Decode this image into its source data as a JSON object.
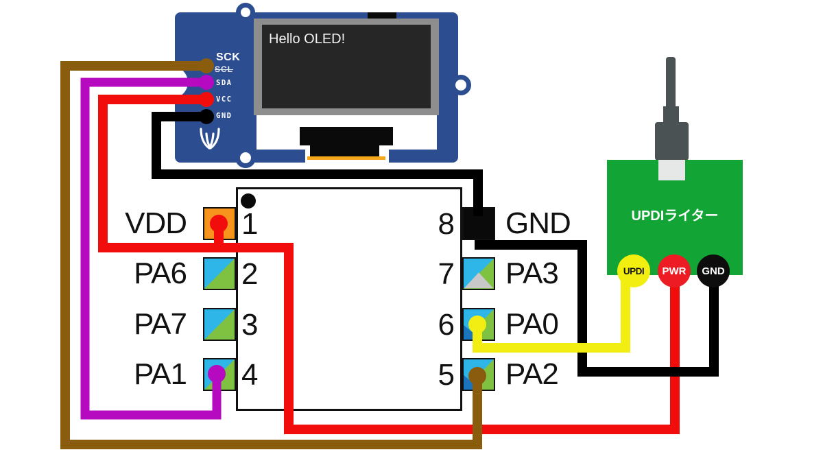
{
  "oled_module": {
    "screen_text": "Hello OLED!",
    "pin_labels": [
      {
        "label": "SCK"
      },
      {
        "label": "SCL",
        "struck_through": true
      },
      {
        "label": "SDA"
      },
      {
        "label": "VCC"
      },
      {
        "label": "GND"
      }
    ]
  },
  "chip": {
    "pins_left": [
      {
        "number": "1",
        "label": "VDD"
      },
      {
        "number": "2",
        "label": "PA6"
      },
      {
        "number": "3",
        "label": "PA7"
      },
      {
        "number": "4",
        "label": "PA1"
      }
    ],
    "pins_right": [
      {
        "number": "8",
        "label": "GND"
      },
      {
        "number": "7",
        "label": "PA3"
      },
      {
        "number": "6",
        "label": "PA0"
      },
      {
        "number": "5",
        "label": "PA2"
      }
    ]
  },
  "updi_writer": {
    "title": "UPDIライター",
    "pins": [
      {
        "label": "UPDI",
        "color": "#f2ee0f"
      },
      {
        "label": "PWR",
        "color": "#ed1c24"
      },
      {
        "label": "GND",
        "color": "#0d0d0d"
      }
    ]
  },
  "wire_colors": {
    "sck": "#8a5c0d",
    "sda": "#b50ac0",
    "power": "#f20d0d",
    "ground": "#000000",
    "updi": "#f2ee14"
  },
  "connections": [
    {
      "from": "OLED SCK/SCL",
      "to": "chip pin 5 PA2",
      "color_key": "sck"
    },
    {
      "from": "OLED SDA",
      "to": "chip pin 4 PA1",
      "color_key": "sda"
    },
    {
      "from": "OLED VCC",
      "to": "chip pin 1 VDD",
      "color_key": "power"
    },
    {
      "from": "UPDI writer PWR",
      "to": "chip pin 1 VDD",
      "color_key": "power"
    },
    {
      "from": "OLED GND",
      "to": "chip pin 8 GND",
      "color_key": "ground"
    },
    {
      "from": "UPDI writer GND",
      "to": "chip pin 8 GND",
      "color_key": "ground"
    },
    {
      "from": "UPDI writer UPDI",
      "to": "chip pin 6 PA0",
      "color_key": "updi"
    }
  ],
  "colors": {
    "oled_board": "#2c4e90",
    "oled_bezel": "#8e8e8e",
    "oled_screen": "#262626",
    "connector_gold": "#f5a81c",
    "updi_board": "#12a434",
    "pad_vdd_orange": "#f7941e",
    "pad_cyan": "#2eb6e8",
    "pad_green": "#7fc241",
    "pad_alt_gray": "#c8c8c8",
    "pad_alt_blue": "#1b75bc"
  }
}
